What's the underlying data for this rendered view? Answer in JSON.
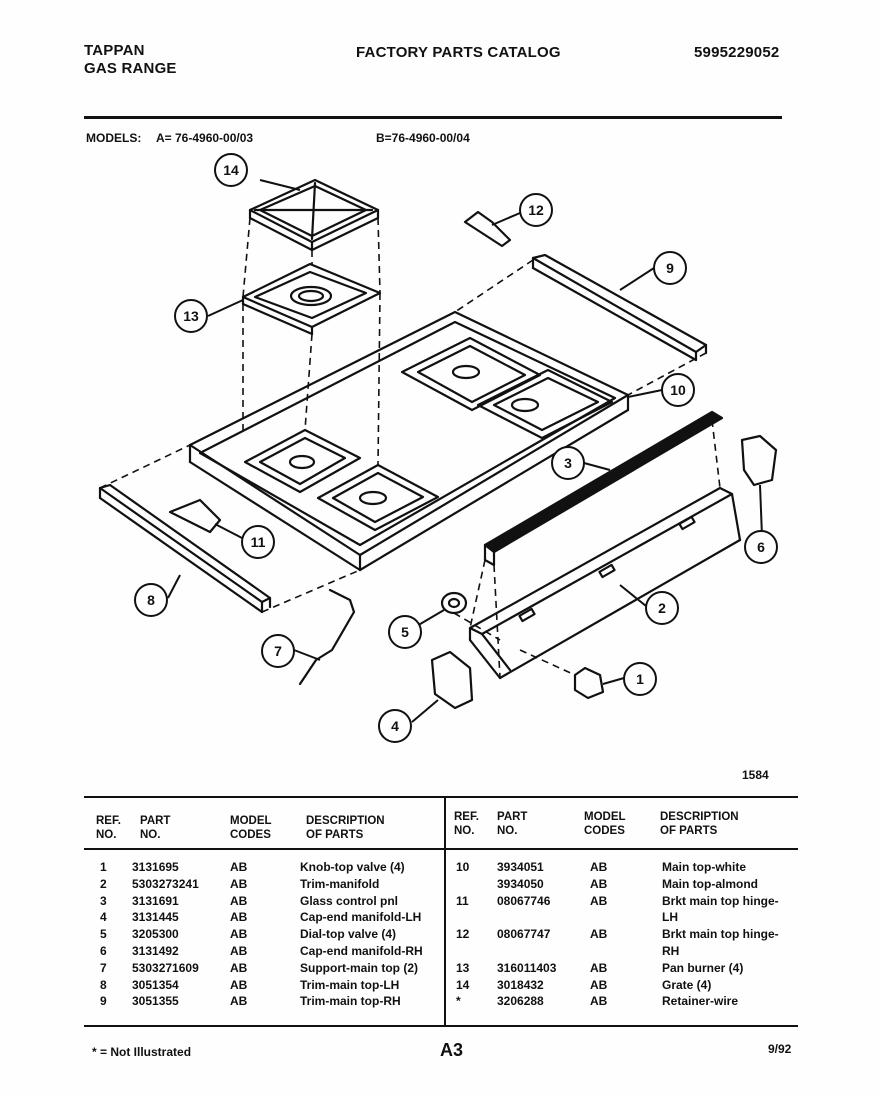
{
  "header": {
    "brand": "TAPPAN",
    "product": "GAS RANGE",
    "title": "FACTORY PARTS CATALOG",
    "catalog_no": "5995229052"
  },
  "models": {
    "label": "MODELS:",
    "a": "A= 76-4960-00/03",
    "b": "B=76-4960-00/04"
  },
  "diagram": {
    "figure_no": "1584",
    "callouts": [
      "1",
      "2",
      "3",
      "4",
      "5",
      "6",
      "7",
      "8",
      "9",
      "10",
      "11",
      "12",
      "13",
      "14"
    ]
  },
  "table": {
    "headers": {
      "ref": [
        "REF.",
        "NO."
      ],
      "part": [
        "PART",
        "NO."
      ],
      "model": [
        "MODEL",
        "CODES"
      ],
      "desc": [
        "DESCRIPTION",
        "OF PARTS"
      ]
    },
    "left": [
      {
        "ref": "1",
        "part": "3131695",
        "codes": "AB",
        "desc": "Knob-top valve (4)"
      },
      {
        "ref": "2",
        "part": "5303273241",
        "codes": "AB",
        "desc": "Trim-manifold"
      },
      {
        "ref": "3",
        "part": "3131691",
        "codes": "AB",
        "desc": "Glass control pnl"
      },
      {
        "ref": "4",
        "part": "3131445",
        "codes": "AB",
        "desc": "Cap-end manifold-LH"
      },
      {
        "ref": "5",
        "part": "3205300",
        "codes": "AB",
        "desc": "Dial-top valve (4)"
      },
      {
        "ref": "6",
        "part": "3131492",
        "codes": "AB",
        "desc": "Cap-end manifold-RH"
      },
      {
        "ref": "7",
        "part": "5303271609",
        "codes": "AB",
        "desc": "Support-main top (2)"
      },
      {
        "ref": "8",
        "part": "3051354",
        "codes": "AB",
        "desc": "Trim-main top-LH"
      },
      {
        "ref": "9",
        "part": "3051355",
        "codes": "AB",
        "desc": "Trim-main top-RH"
      }
    ],
    "right": [
      {
        "ref": "10",
        "part": "3934051",
        "codes": "AB",
        "desc": "Main top-white"
      },
      {
        "ref": "",
        "part": "3934050",
        "codes": "AB",
        "desc": "Main top-almond"
      },
      {
        "ref": "11",
        "part": "08067746",
        "codes": "AB",
        "desc": "Brkt main top hinge-",
        "desc2": "LH"
      },
      {
        "ref": "12",
        "part": "08067747",
        "codes": "AB",
        "desc": "Brkt main top hinge-",
        "desc2": "RH"
      },
      {
        "ref": "13",
        "part": "316011403",
        "codes": "AB",
        "desc": "Pan burner (4)"
      },
      {
        "ref": "14",
        "part": "3018432",
        "codes": "AB",
        "desc": "Grate (4)"
      },
      {
        "ref": "*",
        "part": "3206288",
        "codes": "AB",
        "desc": "Retainer-wire"
      }
    ]
  },
  "footer": {
    "note": "* = Not Illustrated",
    "page": "A3",
    "date": "9/92"
  }
}
